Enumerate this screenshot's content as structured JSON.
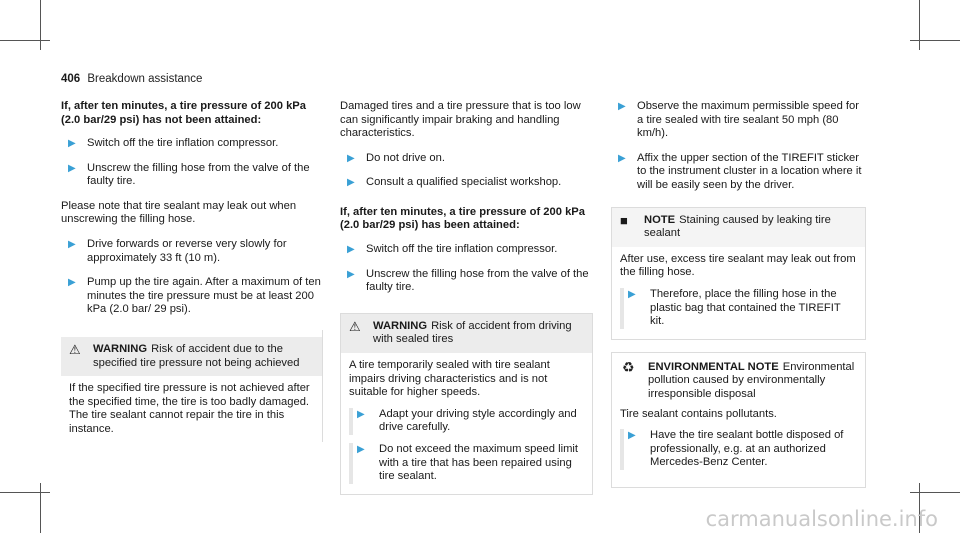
{
  "header": {
    "page_number": "406",
    "section_title": "Breakdown assistance"
  },
  "col1": {
    "heading": "If, after ten minutes, a tire pressure of 200 kPa (2.0 bar/29 psi) has not been attained:",
    "bullets_a": [
      "Switch off the tire inflation compressor.",
      "Unscrew the filling hose from the valve of the faulty tire."
    ],
    "para": "Please note that tire sealant may leak out when unscrewing the filling hose.",
    "bullets_b": [
      "Drive forwards or reverse very slowly for approximately 33 ft (10 m).",
      "Pump up the tire again. After a maximum of ten minutes the tire pressure must be at least 200 kPa (2.0 bar/ 29 psi)."
    ],
    "warning": {
      "label": "WARNING",
      "title": "Risk of accident due to the specified tire pressure not being achieved",
      "body": "If the specified tire pressure is not achieved after the specified time, the tire is too badly damaged. The tire sealant cannot repair the tire in this instance."
    }
  },
  "col2": {
    "para_top": "Damaged tires and a tire pressure that is too low can significantly impair braking and handling characteristics.",
    "bullets_a": [
      "Do not drive on.",
      "Consult a qualified specialist workshop."
    ],
    "heading": "If, after ten minutes, a tire pressure of 200 kPa (2.0 bar/29 psi) has been attained:",
    "bullets_b": [
      "Switch off the tire inflation compressor.",
      "Unscrew the filling hose from the valve of the faulty tire."
    ],
    "warning": {
      "label": "WARNING",
      "title": "Risk of accident from driving with sealed tires",
      "body": "A tire temporarily sealed with tire sealant impairs driving characteristics and is not suitable for higher speeds.",
      "bullets": [
        "Adapt your driving style accordingly and drive carefully.",
        "Do not exceed the maximum speed limit with a tire that has been repaired using tire sealant."
      ]
    }
  },
  "col3": {
    "bullets_a": [
      "Observe the maximum permissible speed for a tire sealed with tire sealant 50 mph (80 km/h).",
      "Affix the upper section of the TIREFIT sticker to the instrument cluster in a location where it will be easily seen by the driver."
    ],
    "note": {
      "label": "NOTE",
      "title": "Staining caused by leaking tire sealant",
      "body": "After use, excess tire sealant may leak out from the filling hose.",
      "bullet": "Therefore, place the filling hose in the plastic bag that contained the TIREFIT kit."
    },
    "env": {
      "label": "ENVIRONMENTAL NOTE",
      "title": "Environmental pollution caused by environmentally irresponsible disposal",
      "body": "Tire sealant contains pollutants.",
      "bullet": "Have the tire sealant bottle disposed of professionally, e.g. at an authorized Mercedes-Benz Center."
    }
  },
  "watermark": "carmanualsonline.info",
  "icons": {
    "bullet": "arrow-right-icon",
    "warning": "warning-triangle-icon",
    "note": "note-square-icon",
    "environment": "recycle-icon"
  },
  "colors": {
    "accent": "#3aa0d5",
    "box_header": "#ececec"
  }
}
